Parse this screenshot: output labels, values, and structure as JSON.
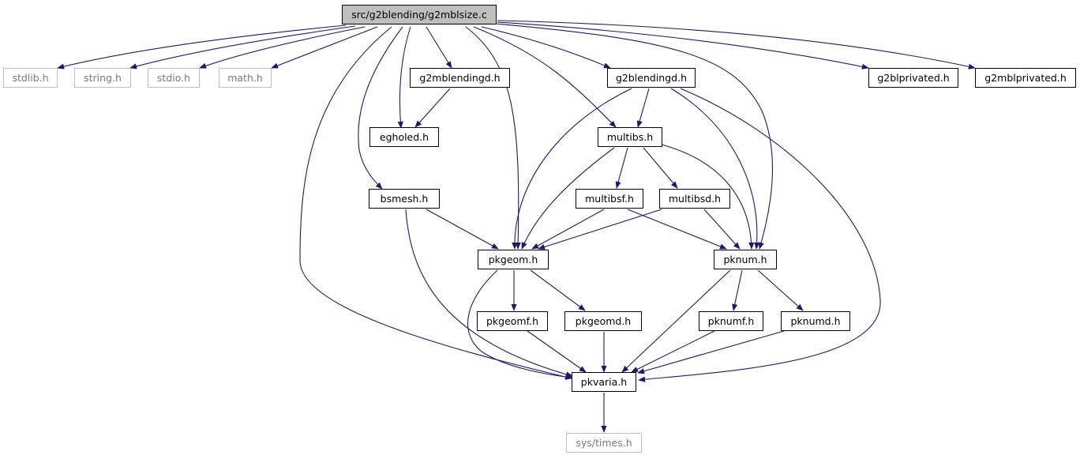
{
  "nodes": {
    "root": "src/g2blending/g2mblsize.c",
    "stdlib": "stdlib.h",
    "string": "string.h",
    "stdio": "stdio.h",
    "math": "math.h",
    "g2mblendingd": "g2mblendingd.h",
    "g2blendingd": "g2blendingd.h",
    "g2blprivated": "g2blprivated.h",
    "g2mblprivated": "g2mblprivated.h",
    "egholed": "egholed.h",
    "multibs": "multibs.h",
    "bsmesh": "bsmesh.h",
    "multibsf": "multibsf.h",
    "multibsd": "multibsd.h",
    "pkgeom": "pkgeom.h",
    "pknum": "pknum.h",
    "pkgeomf": "pkgeomf.h",
    "pkgeomd": "pkgeomd.h",
    "pknumf": "pknumf.h",
    "pknumd": "pknumd.h",
    "pkvaria": "pkvaria.h",
    "systimes": "sys/times.h"
  },
  "colors": {
    "edge": "#191970",
    "root_fill": "#bfbfbf",
    "node_border": "#000000",
    "external_border": "#bfbfbf",
    "external_text": "#7a7a7a"
  }
}
